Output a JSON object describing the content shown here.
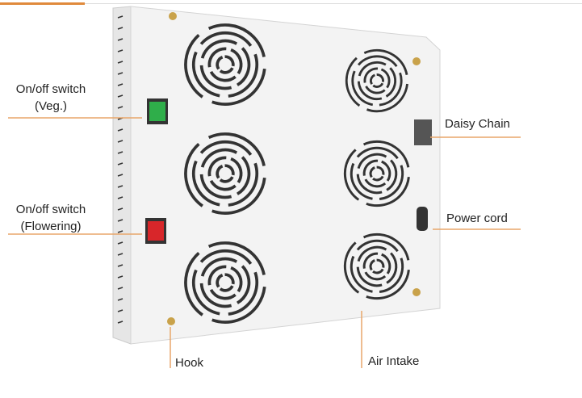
{
  "labels": {
    "veg_switch": [
      "On/off switch",
      "(Veg.)"
    ],
    "flower_switch": [
      "On/off switch",
      "(Flowering)"
    ],
    "daisy_chain": "Daisy Chain",
    "power_cord": "Power cord",
    "hook": "Hook",
    "air_intake": "Air Intake"
  },
  "colors": {
    "leader": "#e8a66a",
    "accent": "#e08a3c",
    "veg_switch": "#2fae4a",
    "flower_switch": "#d8262a"
  }
}
